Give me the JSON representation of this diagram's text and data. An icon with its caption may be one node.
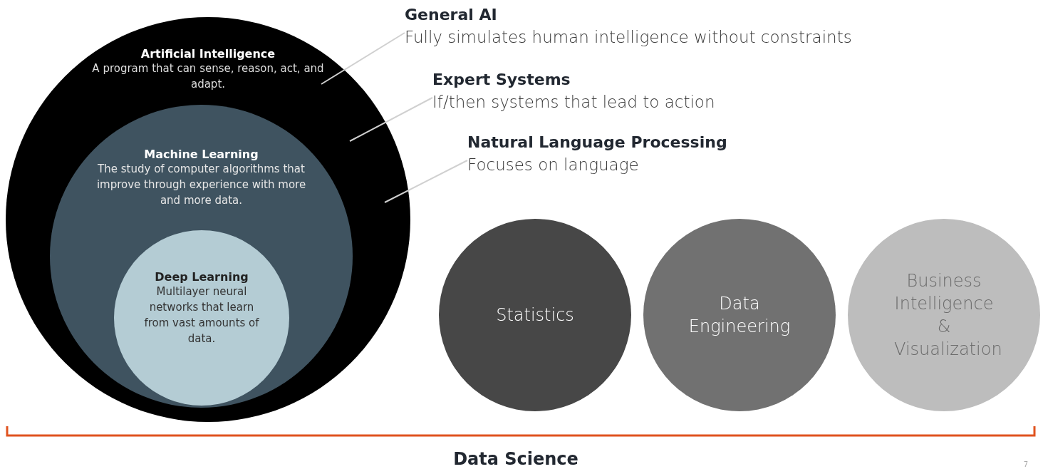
{
  "diagram": {
    "nodes": [
      {
        "text": [
          "Artificial Intelligence",
          "A program that can sense, reason, act, and adapt."
        ]
      },
      {
        "text": [
          "Machine Learning",
          "The study of computer algorithms that improve through experience with more and more data."
        ],
        "in": 0
      },
      {
        "text": [
          "Deep Learning",
          "Multilayer neural networks that learn from vast amounts of data."
        ],
        "in": 1
      },
      {
        "text": [
          "General AI",
          "Fully simulates human intelligence without constraints"
        ]
      },
      {
        "text": [
          "Expert Systems",
          "If/then systems that lead to action"
        ]
      },
      {
        "text": [
          "Natural Language Processing",
          "Focuses on language"
        ]
      },
      {
        "text": [
          "Statistics"
        ]
      },
      {
        "text": [
          "Data Engineering"
        ]
      },
      {
        "text": [
          "Business Intelligence & Visualization"
        ]
      }
    ],
    "edges": [
      {
        "from": 3,
        "to": 0,
        "arrow": "none"
      },
      {
        "from": 4,
        "to": 0,
        "arrow": "none"
      },
      {
        "from": 5,
        "to": 0,
        "arrow": "none"
      }
    ],
    "labels": [
      "Data Science",
      "7"
    ]
  }
}
